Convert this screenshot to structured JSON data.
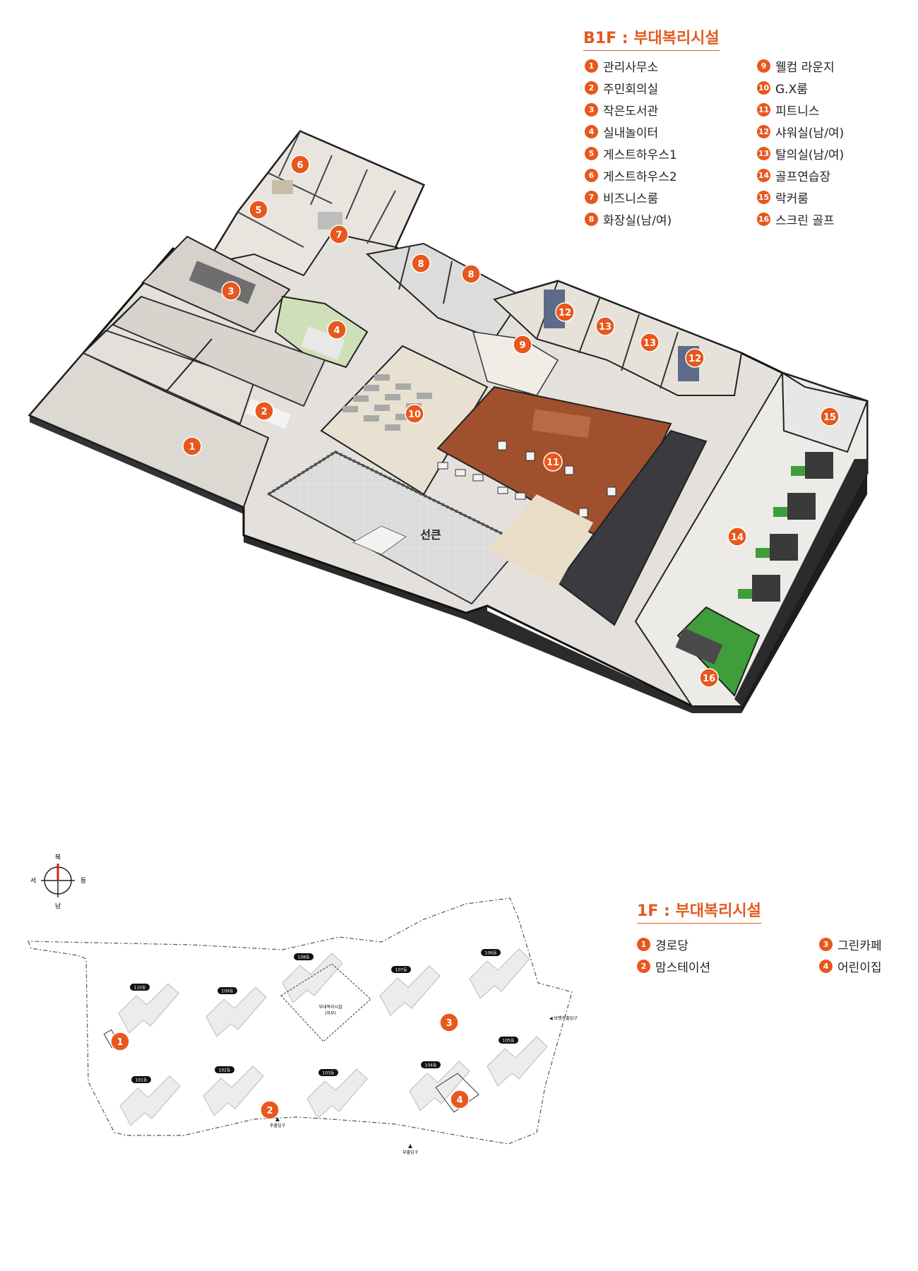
{
  "b1f": {
    "title": "B1F : 부대복리시설",
    "legend_left": [
      {
        "num": "1",
        "label": "관리사무소"
      },
      {
        "num": "2",
        "label": "주민회의실"
      },
      {
        "num": "3",
        "label": "작은도서관"
      },
      {
        "num": "4",
        "label": "실내놀이터"
      },
      {
        "num": "5",
        "label": "게스트하우스1"
      },
      {
        "num": "6",
        "label": "게스트하우스2"
      },
      {
        "num": "7",
        "label": "비즈니스룸"
      },
      {
        "num": "8",
        "label": "화장실(남/여)"
      }
    ],
    "legend_right": [
      {
        "num": "9",
        "label": "웰컴 라운지"
      },
      {
        "num": "10",
        "label": "G.X룸"
      },
      {
        "num": "11",
        "label": "피트니스"
      },
      {
        "num": "12",
        "label": "샤워실(남/여)"
      },
      {
        "num": "13",
        "label": "탈의실(남/여)"
      },
      {
        "num": "14",
        "label": "골프연습장"
      },
      {
        "num": "15",
        "label": "락커룸"
      },
      {
        "num": "16",
        "label": "스크린 골프"
      }
    ],
    "sunken_label": "선큰",
    "plan_marker_labels": [
      "1",
      "2",
      "3",
      "4",
      "5",
      "6",
      "7",
      "8",
      "8",
      "9",
      "10",
      "11",
      "12",
      "13",
      "13",
      "12",
      "14",
      "15",
      "16"
    ]
  },
  "f1": {
    "title": "1F : 부대복리시설",
    "legend_left": [
      {
        "num": "1",
        "label": "경로당"
      },
      {
        "num": "2",
        "label": "맘스테이션"
      }
    ],
    "legend_right": [
      {
        "num": "3",
        "label": "그린카페"
      },
      {
        "num": "4",
        "label": "어린이집"
      }
    ],
    "compass": {
      "north": "북",
      "south": "남",
      "west": "서",
      "east": "동"
    },
    "buildings": [
      "110동",
      "109동",
      "108동",
      "107동",
      "106동",
      "101동",
      "102동",
      "103동",
      "104동",
      "105동"
    ],
    "facility_label_1": "부대복리시설",
    "facility_label_2": "(하부)",
    "entrance_pedestrian": "◀ 보행자출입구",
    "entrance_main": "주출입구",
    "entrance_sub": "부출입구",
    "site_marker_labels": [
      "1",
      "2",
      "3",
      "4"
    ]
  },
  "colors": {
    "accent": "#e8571c",
    "title": "#e35a1e",
    "fitness_floor": "#a0502d",
    "golf_green": "#3f9e3a"
  }
}
